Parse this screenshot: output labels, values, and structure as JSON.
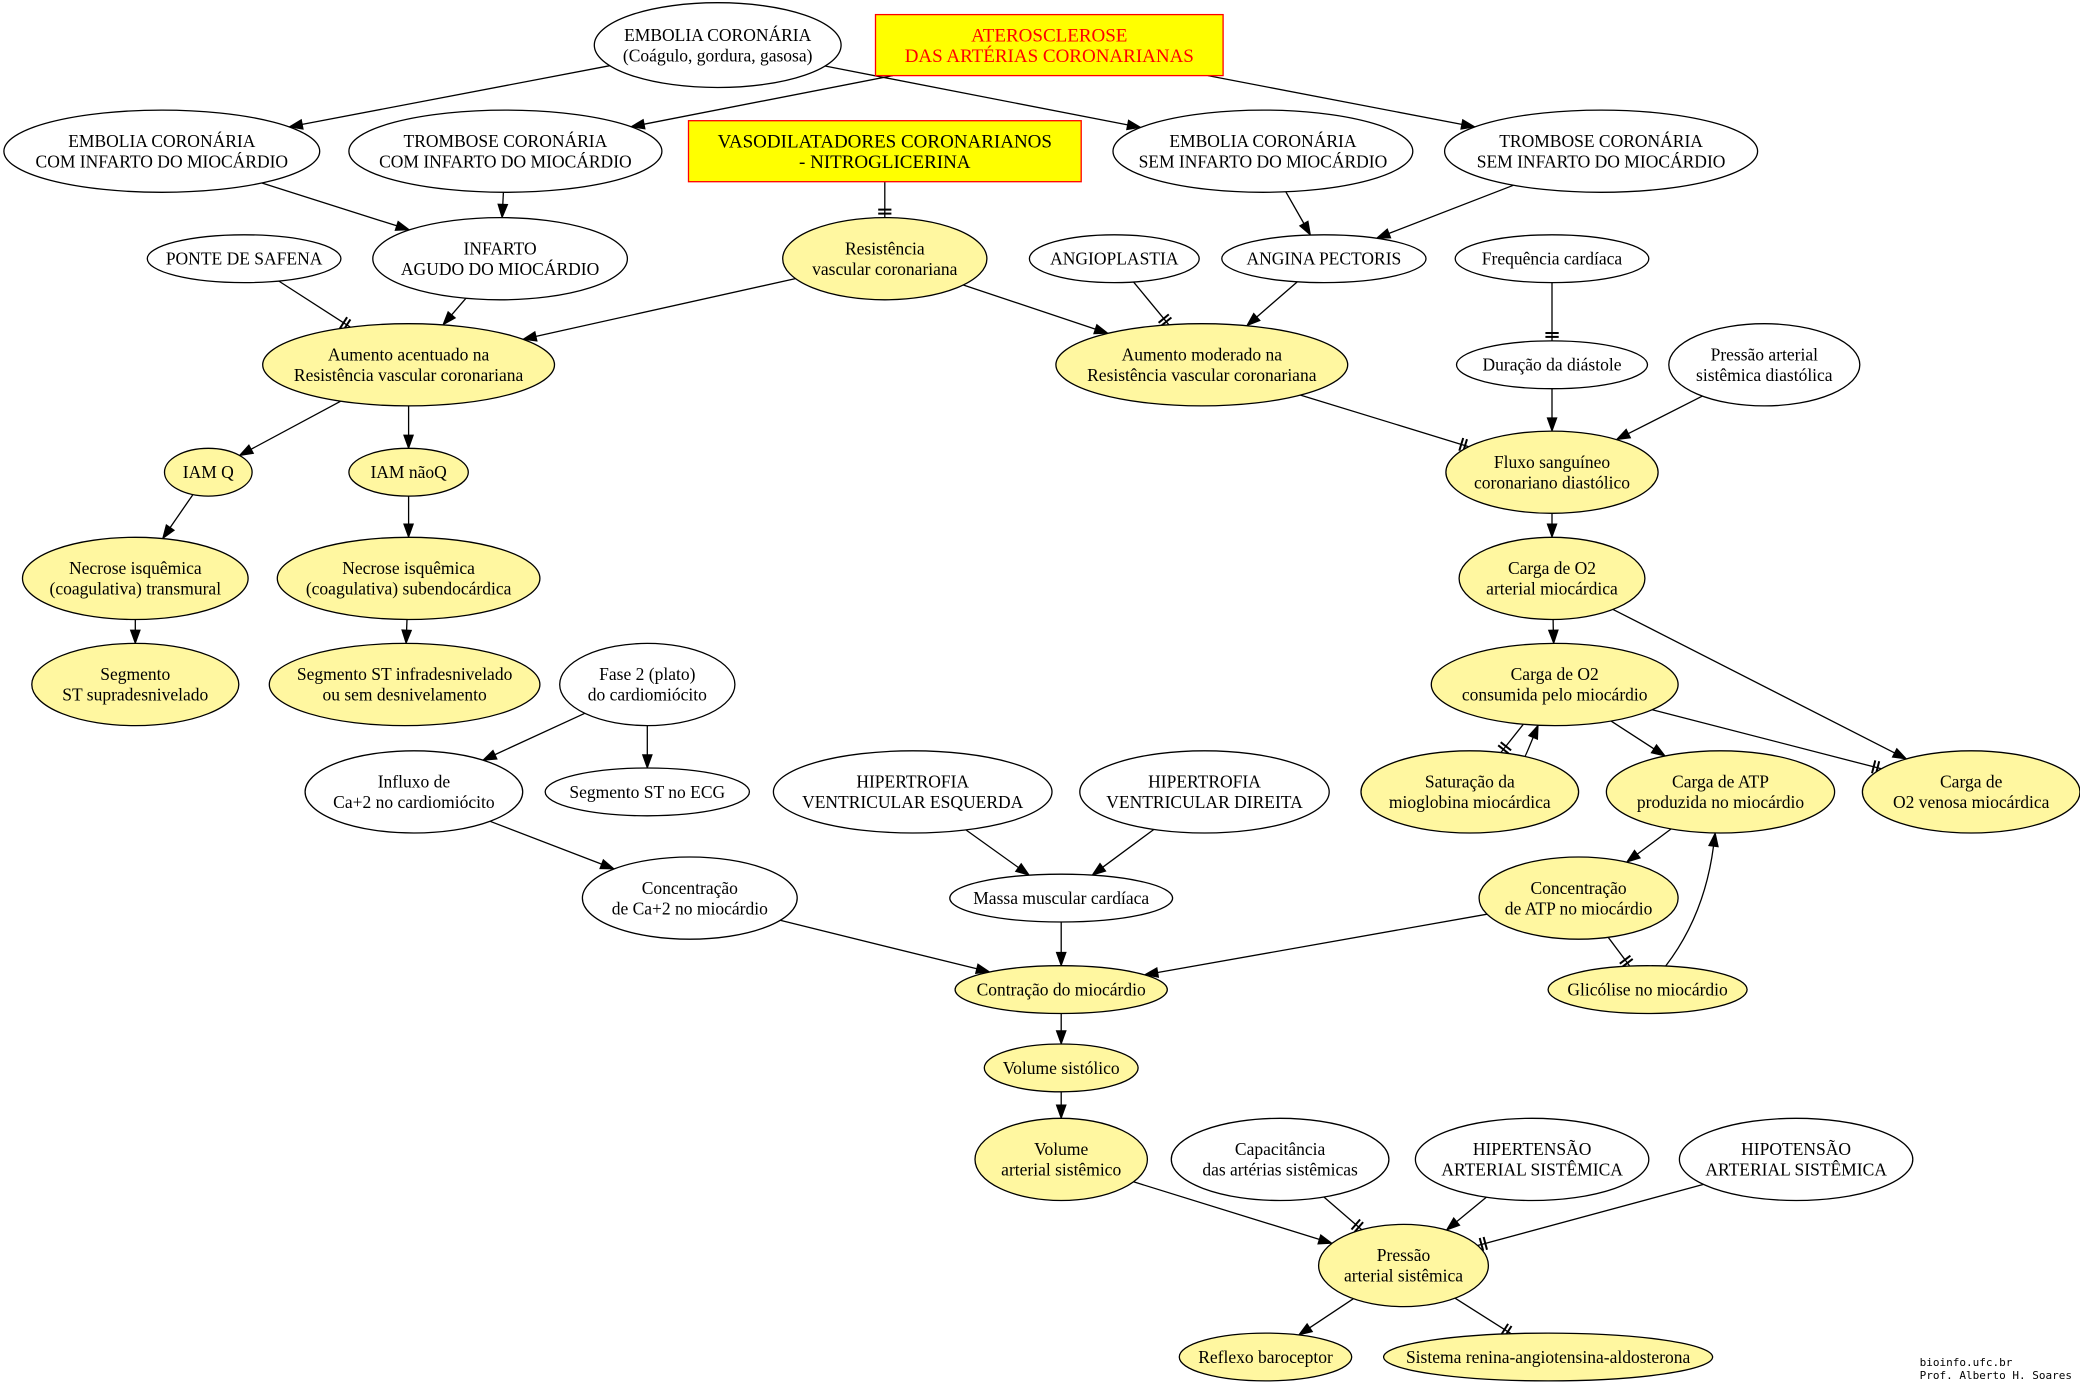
{
  "colors": {
    "node_fill": "#fff7a0",
    "box_fill": "#ffff00",
    "box_border": "#ff0000",
    "box_text_red": "#ff0000",
    "stroke": "#000000",
    "background": "#ffffff"
  },
  "nodes": {
    "embolia_coronaria": {
      "lines": [
        "EMBOLIA CORONÁRIA",
        "(Coágulo, gordura, gasosa)"
      ],
      "highlight": false
    },
    "aterosclerose": {
      "lines": [
        "ATEROSCLEROSE",
        "DAS ARTÉRIAS CORONARIANAS"
      ],
      "highlight": true
    },
    "embolia_com_infarto": {
      "lines": [
        "EMBOLIA CORONÁRIA",
        "COM INFARTO DO MIOCÁRDIO"
      ],
      "highlight": false
    },
    "trombose_com_infarto": {
      "lines": [
        "TROMBOSE CORONÁRIA",
        "COM INFARTO DO MIOCÁRDIO"
      ],
      "highlight": false
    },
    "vasodilatadores": {
      "lines": [
        "VASODILATADORES CORONARIANOS",
        "- NITROGLICERINA"
      ],
      "highlight": true
    },
    "embolia_sem_infarto": {
      "lines": [
        "EMBOLIA CORONÁRIA",
        "SEM INFARTO DO MIOCÁRDIO"
      ],
      "highlight": false
    },
    "trombose_sem_infarto": {
      "lines": [
        "TROMBOSE CORONÁRIA",
        "SEM INFARTO DO MIOCÁRDIO"
      ],
      "highlight": false
    },
    "ponte_safena": {
      "lines": [
        "PONTE DE SAFENA"
      ],
      "highlight": false
    },
    "infarto_agudo": {
      "lines": [
        "INFARTO",
        "AGUDO DO MIOCÁRDIO"
      ],
      "highlight": false
    },
    "resistencia_vascular": {
      "lines": [
        "Resistência",
        "vascular coronariana"
      ],
      "highlight": true
    },
    "angioplastia": {
      "lines": [
        "ANGIOPLASTIA"
      ],
      "highlight": false
    },
    "angina_pectoris": {
      "lines": [
        "ANGINA PECTORIS"
      ],
      "highlight": false
    },
    "frequencia_cardiaca": {
      "lines": [
        "Frequência cardíaca"
      ],
      "highlight": false
    },
    "aumento_acentuado": {
      "lines": [
        "Aumento acentuado na",
        "Resistência vascular coronariana"
      ],
      "highlight": true
    },
    "aumento_moderado": {
      "lines": [
        "Aumento moderado na",
        "Resistência vascular coronariana"
      ],
      "highlight": true
    },
    "duracao_diastole": {
      "lines": [
        "Duração da diástole"
      ],
      "highlight": false
    },
    "pressao_diastolica": {
      "lines": [
        "Pressão arterial",
        "sistêmica diastólica"
      ],
      "highlight": false
    },
    "iam_q": {
      "lines": [
        "IAM Q"
      ],
      "highlight": true
    },
    "iam_naoq": {
      "lines": [
        "IAM  nãoQ"
      ],
      "highlight": true
    },
    "fluxo_sanguineo": {
      "lines": [
        "Fluxo sanguíneo",
        "coronariano diastólico"
      ],
      "highlight": true
    },
    "necrose_transmural": {
      "lines": [
        "Necrose isquêmica",
        "(coagulativa) transmural"
      ],
      "highlight": true
    },
    "necrose_subendocardica": {
      "lines": [
        "Necrose isquêmica",
        "(coagulativa) subendocárdica"
      ],
      "highlight": true
    },
    "carga_o2_arterial": {
      "lines": [
        "Carga de O2",
        "arterial miocárdica"
      ],
      "highlight": true
    },
    "segmento_st_supra": {
      "lines": [
        "Segmento",
        "ST supradesnivelado"
      ],
      "highlight": true
    },
    "segmento_st_infra": {
      "lines": [
        "Segmento ST infradesnivelado",
        "ou sem desnivelamento"
      ],
      "highlight": true
    },
    "fase2_plato": {
      "lines": [
        "Fase 2 (plato)",
        "do cardiomiócito"
      ],
      "highlight": false
    },
    "carga_o2_consumida": {
      "lines": [
        "Carga de O2",
        "consumida pelo miocárdio"
      ],
      "highlight": true
    },
    "influxo_ca": {
      "lines": [
        "Influxo de",
        "Ca+2 no cardiomiócito"
      ],
      "highlight": false
    },
    "segmento_st_ecg": {
      "lines": [
        "Segmento ST no ECG"
      ],
      "highlight": false
    },
    "hipertrofia_esquerda": {
      "lines": [
        "HIPERTROFIA",
        "VENTRICULAR ESQUERDA"
      ],
      "highlight": false
    },
    "hipertrofia_direita": {
      "lines": [
        "HIPERTROFIA",
        "VENTRICULAR DIREITA"
      ],
      "highlight": false
    },
    "saturacao_mioglobina": {
      "lines": [
        "Saturação da",
        "mioglobina  miocárdica"
      ],
      "highlight": true
    },
    "carga_atp": {
      "lines": [
        "Carga de ATP",
        "produzida no miocárdio"
      ],
      "highlight": true
    },
    "carga_o2_venosa": {
      "lines": [
        "Carga de",
        "O2 venosa miocárdica"
      ],
      "highlight": true
    },
    "concentracao_ca": {
      "lines": [
        "Concentração",
        "de Ca+2 no miocárdio"
      ],
      "highlight": false
    },
    "massa_muscular": {
      "lines": [
        "Massa muscular cardíaca"
      ],
      "highlight": false
    },
    "concentracao_atp": {
      "lines": [
        "Concentração",
        "de ATP no miocárdio"
      ],
      "highlight": true
    },
    "contracao": {
      "lines": [
        "Contração do miocárdio"
      ],
      "highlight": true
    },
    "glicolise": {
      "lines": [
        "Glicólise no miocárdio"
      ],
      "highlight": true
    },
    "volume_sistolico": {
      "lines": [
        "Volume sistólico"
      ],
      "highlight": true
    },
    "volume_arterial": {
      "lines": [
        "Volume",
        "arterial sistêmico"
      ],
      "highlight": true
    },
    "capacitancia": {
      "lines": [
        "Capacitância",
        "das artérias sistêmicas"
      ],
      "highlight": false
    },
    "hipertensao": {
      "lines": [
        "HIPERTENSÃO",
        "ARTERIAL SISTÊMICA"
      ],
      "highlight": false
    },
    "hipotensao": {
      "lines": [
        "HIPOTENSÃO",
        "ARTERIAL SISTÊMICA"
      ],
      "highlight": false
    },
    "pressao_sistemica": {
      "lines": [
        "Pressão",
        "arterial sistêmica"
      ],
      "highlight": true
    },
    "reflexo_baroceptor": {
      "lines": [
        "Reflexo baroceptor"
      ],
      "highlight": true
    },
    "sistema_renina": {
      "lines": [
        "Sistema renina-angiotensina-aldosterona"
      ],
      "highlight": true
    }
  },
  "edges": [
    {
      "from": "embolia_coronaria",
      "to": "embolia_com_infarto",
      "type": "increase"
    },
    {
      "from": "embolia_coronaria",
      "to": "embolia_sem_infarto",
      "type": "increase"
    },
    {
      "from": "aterosclerose",
      "to": "trombose_com_infarto",
      "type": "increase"
    },
    {
      "from": "aterosclerose",
      "to": "trombose_sem_infarto",
      "type": "increase"
    },
    {
      "from": "embolia_com_infarto",
      "to": "infarto_agudo",
      "type": "increase"
    },
    {
      "from": "trombose_com_infarto",
      "to": "infarto_agudo",
      "type": "increase"
    },
    {
      "from": "vasodilatadores",
      "to": "resistencia_vascular",
      "type": "decrease"
    },
    {
      "from": "embolia_sem_infarto",
      "to": "angina_pectoris",
      "type": "increase"
    },
    {
      "from": "trombose_sem_infarto",
      "to": "angina_pectoris",
      "type": "increase"
    },
    {
      "from": "ponte_safena",
      "to": "aumento_acentuado",
      "type": "decrease"
    },
    {
      "from": "infarto_agudo",
      "to": "aumento_acentuado",
      "type": "increase"
    },
    {
      "from": "resistencia_vascular",
      "to": "aumento_acentuado",
      "type": "increase"
    },
    {
      "from": "resistencia_vascular",
      "to": "aumento_moderado",
      "type": "increase"
    },
    {
      "from": "angioplastia",
      "to": "aumento_moderado",
      "type": "decrease"
    },
    {
      "from": "angina_pectoris",
      "to": "aumento_moderado",
      "type": "increase"
    },
    {
      "from": "frequencia_cardiaca",
      "to": "duracao_diastole",
      "type": "decrease"
    },
    {
      "from": "aumento_acentuado",
      "to": "iam_q",
      "type": "increase"
    },
    {
      "from": "aumento_acentuado",
      "to": "iam_naoq",
      "type": "increase"
    },
    {
      "from": "aumento_moderado",
      "to": "fluxo_sanguineo",
      "type": "decrease"
    },
    {
      "from": "duracao_diastole",
      "to": "fluxo_sanguineo",
      "type": "increase"
    },
    {
      "from": "pressao_diastolica",
      "to": "fluxo_sanguineo",
      "type": "increase"
    },
    {
      "from": "iam_q",
      "to": "necrose_transmural",
      "type": "increase"
    },
    {
      "from": "iam_naoq",
      "to": "necrose_subendocardica",
      "type": "increase"
    },
    {
      "from": "fluxo_sanguineo",
      "to": "carga_o2_arterial",
      "type": "increase"
    },
    {
      "from": "necrose_transmural",
      "to": "segmento_st_supra",
      "type": "increase"
    },
    {
      "from": "necrose_subendocardica",
      "to": "segmento_st_infra",
      "type": "increase"
    },
    {
      "from": "carga_o2_arterial",
      "to": "carga_o2_consumida",
      "type": "increase"
    },
    {
      "from": "carga_o2_arterial",
      "to": "carga_o2_venosa",
      "type": "increase"
    },
    {
      "from": "fase2_plato",
      "to": "influxo_ca",
      "type": "increase"
    },
    {
      "from": "fase2_plato",
      "to": "segmento_st_ecg",
      "type": "increase"
    },
    {
      "from": "carga_o2_consumida",
      "to": "saturacao_mioglobina",
      "type": "decrease"
    },
    {
      "from": "saturacao_mioglobina",
      "to": "carga_o2_consumida",
      "type": "increase"
    },
    {
      "from": "carga_o2_consumida",
      "to": "carga_atp",
      "type": "increase"
    },
    {
      "from": "carga_o2_consumida",
      "to": "carga_o2_venosa",
      "type": "decrease"
    },
    {
      "from": "influxo_ca",
      "to": "concentracao_ca",
      "type": "increase"
    },
    {
      "from": "hipertrofia_esquerda",
      "to": "massa_muscular",
      "type": "increase"
    },
    {
      "from": "hipertrofia_direita",
      "to": "massa_muscular",
      "type": "increase"
    },
    {
      "from": "carga_atp",
      "to": "concentracao_atp",
      "type": "increase"
    },
    {
      "from": "concentracao_ca",
      "to": "contracao",
      "type": "increase"
    },
    {
      "from": "massa_muscular",
      "to": "contracao",
      "type": "increase"
    },
    {
      "from": "concentracao_atp",
      "to": "contracao",
      "type": "increase"
    },
    {
      "from": "concentracao_atp",
      "to": "glicolise",
      "type": "decrease"
    },
    {
      "from": "glicolise",
      "to": "carga_atp",
      "type": "increase"
    },
    {
      "from": "contracao",
      "to": "volume_sistolico",
      "type": "increase"
    },
    {
      "from": "volume_sistolico",
      "to": "volume_arterial",
      "type": "increase"
    },
    {
      "from": "volume_arterial",
      "to": "pressao_sistemica",
      "type": "increase"
    },
    {
      "from": "capacitancia",
      "to": "pressao_sistemica",
      "type": "decrease"
    },
    {
      "from": "hipertensao",
      "to": "pressao_sistemica",
      "type": "increase"
    },
    {
      "from": "hipotensao",
      "to": "pressao_sistemica",
      "type": "decrease"
    },
    {
      "from": "pressao_sistemica",
      "to": "reflexo_baroceptor",
      "type": "increase"
    },
    {
      "from": "pressao_sistemica",
      "to": "sistema_renina",
      "type": "decrease"
    }
  ],
  "footer": {
    "line1": "bioinfo.ufc.br",
    "line2": "Prof. Alberto H. Soares"
  }
}
